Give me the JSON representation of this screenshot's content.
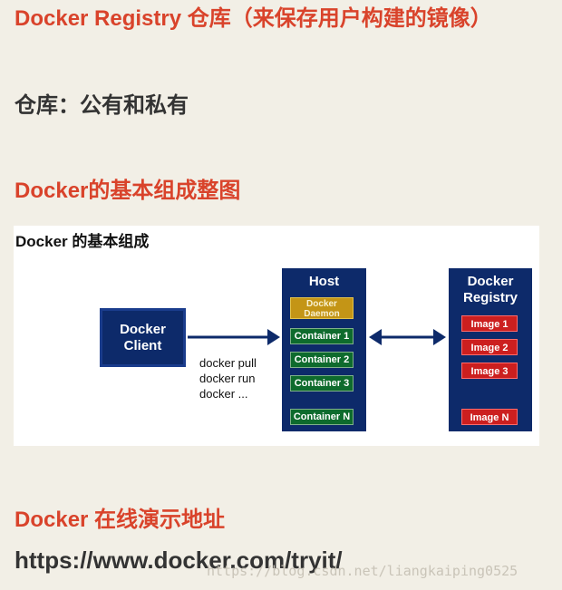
{
  "headings": {
    "registry": "Docker Registry 仓库（来保存用户构建的镜像）",
    "repo_types": "仓库：公有和私有",
    "diagram": "Docker的基本组成整图",
    "online": "Docker 在线演示地址"
  },
  "url": "https://www.docker.com/tryit/",
  "watermark": "https://blog.csdn.net/liangkaiping0525",
  "diagram": {
    "caption": "Docker 的基本组成",
    "client": {
      "line1": "Docker",
      "line2": "Client"
    },
    "commands": [
      "docker pull",
      "docker run",
      "docker ..."
    ],
    "host": {
      "title": "Host",
      "daemon": {
        "line1": "Docker",
        "line2": "Daemon"
      },
      "containers": [
        "Container 1",
        "Container 2",
        "Container 3",
        "Container N"
      ]
    },
    "registry": {
      "title_line1": "Docker",
      "title_line2": "Registry",
      "images": [
        "Image 1",
        "Image 2",
        "Image 3",
        "Image N"
      ]
    }
  },
  "colors": {
    "heading_red": "#d9432b",
    "navy": "#0d2a6a",
    "container_green": "#0e6b2d",
    "daemon_gold": "#c49516",
    "image_red": "#cc1f1f"
  }
}
